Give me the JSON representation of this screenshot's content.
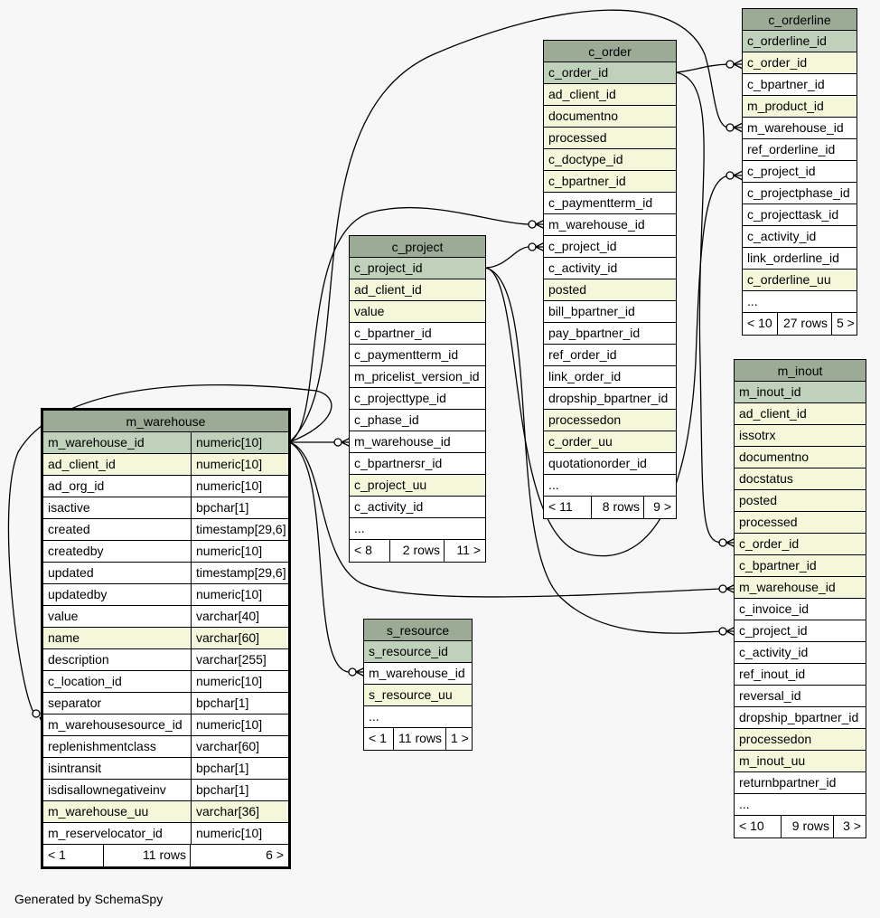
{
  "footer": "Generated by SchemaSpy",
  "tables": [
    {
      "id": "m_warehouse",
      "name": "m_warehouse",
      "columns": [
        {
          "name": "m_warehouse_id",
          "type": "numeric[10]",
          "kind": "pk"
        },
        {
          "name": "ad_client_id",
          "type": "numeric[10]",
          "kind": "fk"
        },
        {
          "name": "ad_org_id",
          "type": "numeric[10]",
          "kind": ""
        },
        {
          "name": "isactive",
          "type": "bpchar[1]",
          "kind": ""
        },
        {
          "name": "created",
          "type": "timestamp[29,6]",
          "kind": ""
        },
        {
          "name": "createdby",
          "type": "numeric[10]",
          "kind": ""
        },
        {
          "name": "updated",
          "type": "timestamp[29,6]",
          "kind": ""
        },
        {
          "name": "updatedby",
          "type": "numeric[10]",
          "kind": ""
        },
        {
          "name": "value",
          "type": "varchar[40]",
          "kind": ""
        },
        {
          "name": "name",
          "type": "varchar[60]",
          "kind": "fk"
        },
        {
          "name": "description",
          "type": "varchar[255]",
          "kind": ""
        },
        {
          "name": "c_location_id",
          "type": "numeric[10]",
          "kind": ""
        },
        {
          "name": "separator",
          "type": "bpchar[1]",
          "kind": ""
        },
        {
          "name": "m_warehousesource_id",
          "type": "numeric[10]",
          "kind": ""
        },
        {
          "name": "replenishmentclass",
          "type": "varchar[60]",
          "kind": ""
        },
        {
          "name": "isintransit",
          "type": "bpchar[1]",
          "kind": ""
        },
        {
          "name": "isdisallownegativeinv",
          "type": "bpchar[1]",
          "kind": ""
        },
        {
          "name": "m_warehouse_uu",
          "type": "varchar[36]",
          "kind": "fk"
        },
        {
          "name": "m_reservelocator_id",
          "type": "numeric[10]",
          "kind": ""
        }
      ],
      "footer": {
        "left": "< 1",
        "mid": "11 rows",
        "right": "6 >"
      }
    },
    {
      "id": "c_project",
      "name": "c_project",
      "columns": [
        {
          "name": "c_project_id",
          "kind": "pk"
        },
        {
          "name": "ad_client_id",
          "kind": "fk"
        },
        {
          "name": "value",
          "kind": "fk"
        },
        {
          "name": "c_bpartner_id",
          "kind": ""
        },
        {
          "name": "c_paymentterm_id",
          "kind": ""
        },
        {
          "name": "m_pricelist_version_id",
          "kind": ""
        },
        {
          "name": "c_projecttype_id",
          "kind": ""
        },
        {
          "name": "c_phase_id",
          "kind": ""
        },
        {
          "name": "m_warehouse_id",
          "kind": ""
        },
        {
          "name": "c_bpartnersr_id",
          "kind": ""
        },
        {
          "name": "c_project_uu",
          "kind": "fk"
        },
        {
          "name": "c_activity_id",
          "kind": ""
        },
        {
          "name": "...",
          "kind": ""
        }
      ],
      "footer": {
        "left": "< 8",
        "mid": "2 rows",
        "right": "11 >"
      }
    },
    {
      "id": "c_order",
      "name": "c_order",
      "columns": [
        {
          "name": "c_order_id",
          "kind": "pk"
        },
        {
          "name": "ad_client_id",
          "kind": "fk"
        },
        {
          "name": "documentno",
          "kind": "fk"
        },
        {
          "name": "processed",
          "kind": "fk"
        },
        {
          "name": "c_doctype_id",
          "kind": "fk"
        },
        {
          "name": "c_bpartner_id",
          "kind": "fk"
        },
        {
          "name": "c_paymentterm_id",
          "kind": ""
        },
        {
          "name": "m_warehouse_id",
          "kind": ""
        },
        {
          "name": "c_project_id",
          "kind": ""
        },
        {
          "name": "c_activity_id",
          "kind": ""
        },
        {
          "name": "posted",
          "kind": "fk"
        },
        {
          "name": "bill_bpartner_id",
          "kind": ""
        },
        {
          "name": "pay_bpartner_id",
          "kind": ""
        },
        {
          "name": "ref_order_id",
          "kind": ""
        },
        {
          "name": "link_order_id",
          "kind": ""
        },
        {
          "name": "dropship_bpartner_id",
          "kind": ""
        },
        {
          "name": "processedon",
          "kind": "fk"
        },
        {
          "name": "c_order_uu",
          "kind": "fk"
        },
        {
          "name": "quotationorder_id",
          "kind": ""
        },
        {
          "name": "...",
          "kind": ""
        }
      ],
      "footer": {
        "left": "< 11",
        "mid": "8 rows",
        "right": "9 >"
      }
    },
    {
      "id": "c_orderline",
      "name": "c_orderline",
      "columns": [
        {
          "name": "c_orderline_id",
          "kind": "pk"
        },
        {
          "name": "c_order_id",
          "kind": "fk"
        },
        {
          "name": "c_bpartner_id",
          "kind": ""
        },
        {
          "name": "m_product_id",
          "kind": "fk"
        },
        {
          "name": "m_warehouse_id",
          "kind": ""
        },
        {
          "name": "ref_orderline_id",
          "kind": ""
        },
        {
          "name": "c_project_id",
          "kind": ""
        },
        {
          "name": "c_projectphase_id",
          "kind": ""
        },
        {
          "name": "c_projecttask_id",
          "kind": ""
        },
        {
          "name": "c_activity_id",
          "kind": ""
        },
        {
          "name": "link_orderline_id",
          "kind": ""
        },
        {
          "name": "c_orderline_uu",
          "kind": "fk"
        },
        {
          "name": "...",
          "kind": ""
        }
      ],
      "footer": {
        "left": "< 10",
        "mid": "27 rows",
        "right": "5 >"
      }
    },
    {
      "id": "m_inout",
      "name": "m_inout",
      "columns": [
        {
          "name": "m_inout_id",
          "kind": "pk"
        },
        {
          "name": "ad_client_id",
          "kind": "fk"
        },
        {
          "name": "issotrx",
          "kind": "fk"
        },
        {
          "name": "documentno",
          "kind": "fk"
        },
        {
          "name": "docstatus",
          "kind": "fk"
        },
        {
          "name": "posted",
          "kind": "fk"
        },
        {
          "name": "processed",
          "kind": "fk"
        },
        {
          "name": "c_order_id",
          "kind": "fk"
        },
        {
          "name": "c_bpartner_id",
          "kind": "fk"
        },
        {
          "name": "m_warehouse_id",
          "kind": "fk"
        },
        {
          "name": "c_invoice_id",
          "kind": ""
        },
        {
          "name": "c_project_id",
          "kind": ""
        },
        {
          "name": "c_activity_id",
          "kind": ""
        },
        {
          "name": "ref_inout_id",
          "kind": ""
        },
        {
          "name": "reversal_id",
          "kind": ""
        },
        {
          "name": "dropship_bpartner_id",
          "kind": ""
        },
        {
          "name": "processedon",
          "kind": "fk"
        },
        {
          "name": "m_inout_uu",
          "kind": "fk"
        },
        {
          "name": "returnbpartner_id",
          "kind": ""
        },
        {
          "name": "...",
          "kind": ""
        }
      ],
      "footer": {
        "left": "< 10",
        "mid": "9 rows",
        "right": "3 >"
      }
    },
    {
      "id": "s_resource",
      "name": "s_resource",
      "columns": [
        {
          "name": "s_resource_id",
          "kind": "pk"
        },
        {
          "name": "m_warehouse_id",
          "kind": ""
        },
        {
          "name": "s_resource_uu",
          "kind": "fk"
        },
        {
          "name": "...",
          "kind": ""
        }
      ],
      "footer": {
        "left": "< 1",
        "mid": "11 rows",
        "right": "1 >"
      }
    }
  ],
  "relationships": [
    {
      "from": "c_project.m_warehouse_id",
      "to": "m_warehouse.m_warehouse_id"
    },
    {
      "from": "c_order.m_warehouse_id",
      "to": "m_warehouse.m_warehouse_id"
    },
    {
      "from": "c_order.c_project_id",
      "to": "c_project.c_project_id"
    },
    {
      "from": "c_orderline.c_order_id",
      "to": "c_order.c_order_id"
    },
    {
      "from": "c_orderline.m_warehouse_id",
      "to": "m_warehouse.m_warehouse_id"
    },
    {
      "from": "c_orderline.c_project_id",
      "to": "c_project.c_project_id"
    },
    {
      "from": "m_inout.c_order_id",
      "to": "c_order.c_order_id"
    },
    {
      "from": "m_inout.m_warehouse_id",
      "to": "m_warehouse.m_warehouse_id"
    },
    {
      "from": "m_inout.c_project_id",
      "to": "c_project.c_project_id"
    },
    {
      "from": "s_resource.m_warehouse_id",
      "to": "m_warehouse.m_warehouse_id"
    },
    {
      "from": "m_warehouse.m_warehousesource_id",
      "to": "m_warehouse.m_warehouse_id"
    }
  ]
}
